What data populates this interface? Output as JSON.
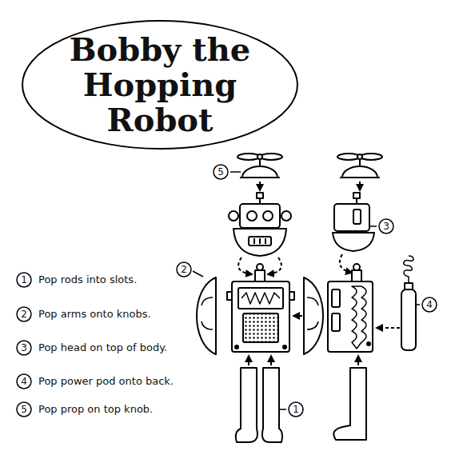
{
  "diagram": {
    "title": "Bobby the Hopping Robot",
    "labels": [
      "5",
      "2",
      "3",
      "4",
      "1",
      "1",
      "Pop rods into slots.",
      "2",
      "Pop arms onto knobs.",
      "3",
      "Pop head on top of body.",
      "4",
      "Pop power pod onto back.",
      "5",
      "Pop prop on top knob."
    ]
  }
}
